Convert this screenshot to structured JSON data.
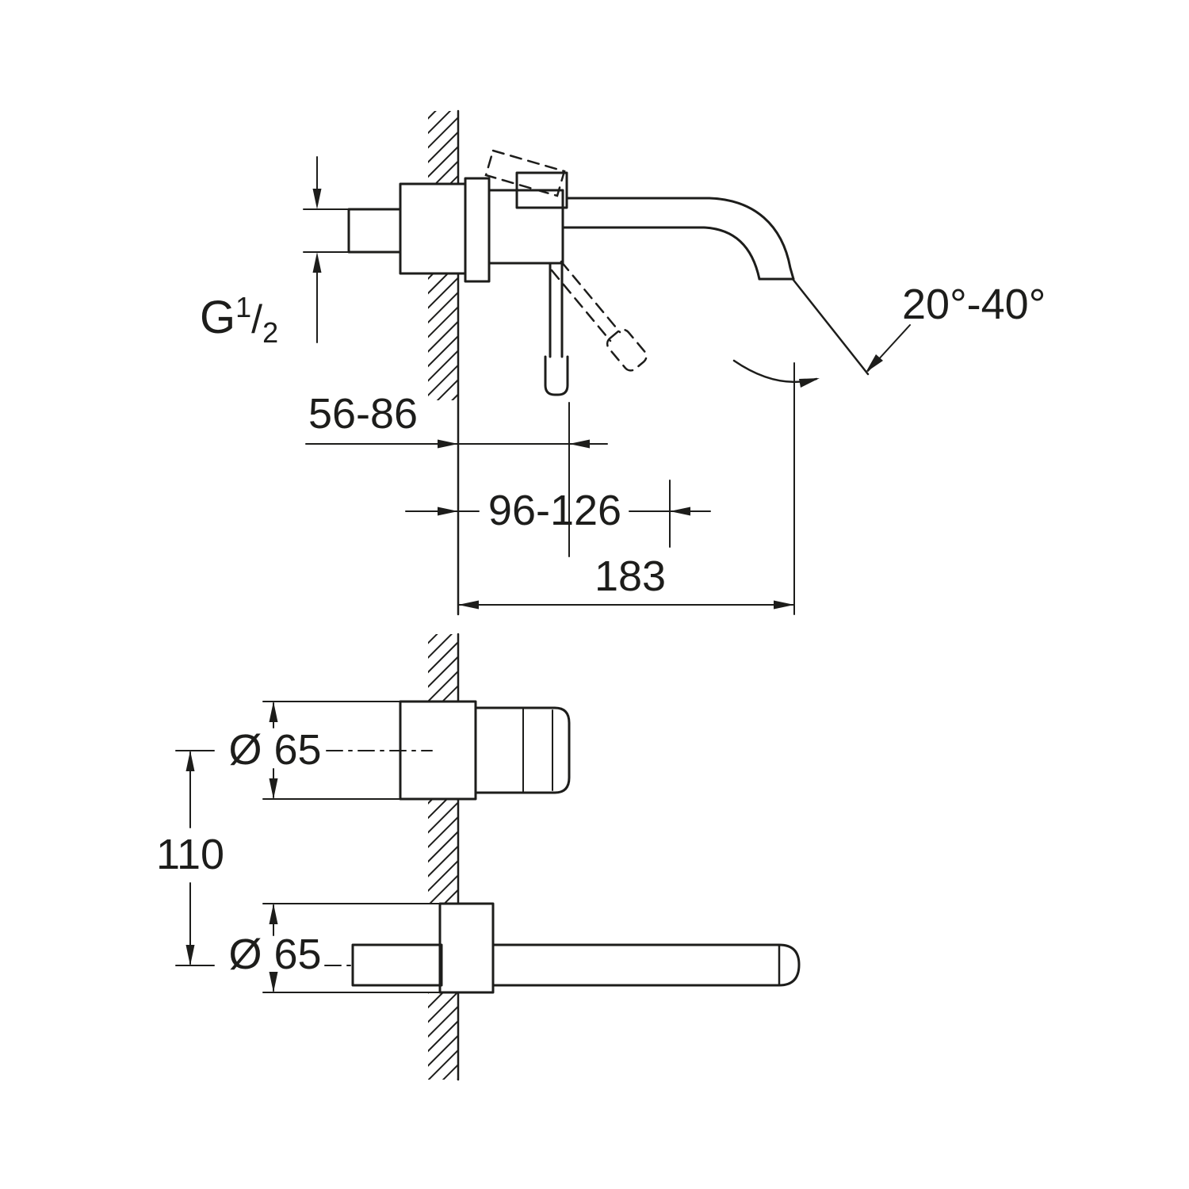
{
  "drawing": {
    "type": "technical-installation-drawing",
    "subject": "wall-mounted basin mixer, side view and plan view",
    "colors": {
      "line": "#1d1d1b",
      "background": "#ffffff"
    },
    "side_view": {
      "thread_label": {
        "letter": "G",
        "numerator": "1",
        "slash": "/",
        "denominator": "2"
      },
      "wall_clearance_dim": "56-86",
      "handle_clearance_dim": "96-126",
      "spout_projection_dim": "183",
      "spout_angle_range": "20°-40°"
    },
    "plan_view": {
      "handle_escutcheon_diameter": "Ø 65",
      "hole_center_distance": "110",
      "spout_escutcheon_diameter": "Ø 65"
    }
  }
}
